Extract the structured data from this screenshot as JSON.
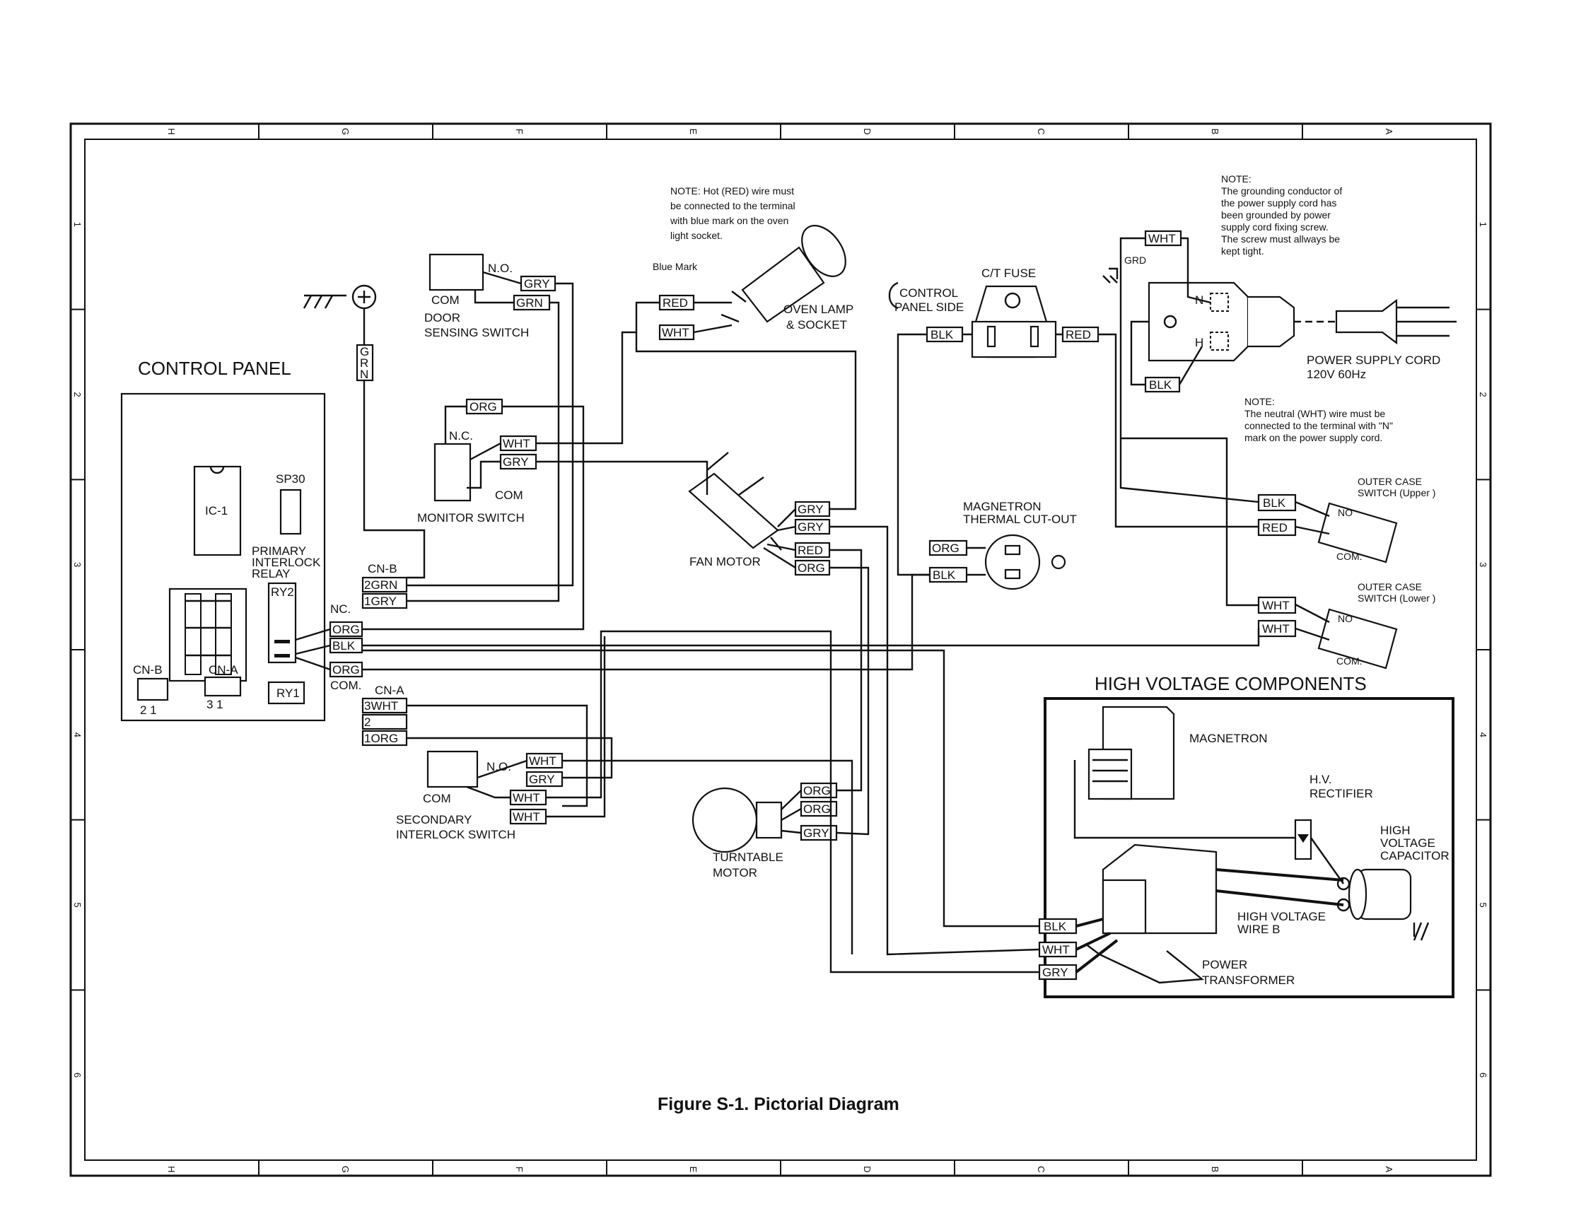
{
  "figure_title": "Figure S-1. Pictorial Diagram",
  "grid": {
    "cols": [
      "H",
      "G",
      "F",
      "E",
      "D",
      "C",
      "B",
      "A"
    ],
    "rows": [
      "1",
      "2",
      "3",
      "4",
      "5",
      "6"
    ]
  },
  "sections": {
    "control_panel": "CONTROL PANEL",
    "high_voltage": "HIGH VOLTAGE COMPONENTS"
  },
  "notes": {
    "hot_wire": [
      "NOTE: Hot (RED) wire must",
      "be connected to the terminal",
      "with blue mark on the oven",
      "light socket."
    ],
    "grounding": [
      "NOTE:",
      "The grounding conductor of",
      "the power supply cord has",
      "been grounded by power",
      "supply cord fixing screw.",
      "The screw must allways be",
      "kept tight."
    ],
    "neutral": [
      "NOTE:",
      "The neutral (WHT) wire must be",
      "connected to the terminal with \"N\"",
      "mark on the power supply cord."
    ]
  },
  "labels": {
    "ic1": "IC-1",
    "sp30": "SP30",
    "primary_relay": [
      "PRIMARY",
      "INTERLOCK",
      "RELAY"
    ],
    "ry2": "RY2",
    "ry1": "RY1",
    "nc": "NC.",
    "com_dot": "COM.",
    "cnb": "CN-B",
    "cna": "CN-A",
    "pins_21": "2  1",
    "pins_31": "3    1",
    "no": "N.O.",
    "nc2": "N.C.",
    "com": "COM",
    "door_switch": [
      "DOOR",
      "SENSING SWITCH"
    ],
    "monitor_switch": "MONITOR SWITCH",
    "secondary_switch": [
      "SECONDARY",
      "INTERLOCK SWITCH"
    ],
    "blue_mark": "Blue Mark",
    "oven_lamp": [
      "OVEN LAMP",
      "& SOCKET"
    ],
    "fan_motor": "FAN MOTOR",
    "turntable": [
      "TURNTABLE",
      "MOTOR"
    ],
    "ct_fuse": "C/T FUSE",
    "control_panel_side": [
      "CONTROL",
      "PANEL SIDE"
    ],
    "thermal": [
      "MAGNETRON",
      "THERMAL CUT-OUT"
    ],
    "power_cord": [
      "POWER SUPPLY CORD",
      "120V 60Hz"
    ],
    "grd": "GRD",
    "cord_n": "N",
    "cord_h": "H",
    "outer_upper": [
      "OUTER CASE",
      "SWITCH (Upper )"
    ],
    "outer_lower": [
      "OUTER CASE",
      "SWITCH (Lower )"
    ],
    "sw_no": "NO",
    "sw_com": "COM.",
    "magnetron": "MAGNETRON",
    "rectifier": [
      "H.V.",
      "RECTIFIER"
    ],
    "capacitor": [
      "HIGH",
      "VOLTAGE",
      "CAPACITOR"
    ],
    "hv_wire": [
      "HIGH VOLTAGE",
      "WIRE B"
    ],
    "transformer": [
      "POWER",
      "TRANSFORMER"
    ]
  },
  "wire_tags": {
    "grn_vertical": [
      "G",
      "R",
      "N"
    ],
    "door_gry": "GRY",
    "door_grn": "GRN",
    "lamp_red": "RED",
    "lamp_wht": "WHT",
    "mon_org": "ORG",
    "mon_wht": "WHT",
    "mon_gry": "GRY",
    "cnb2": "2GRN",
    "cnb1": "1GRY",
    "rly_org1": "ORG",
    "rly_blk": "BLK",
    "rly_org2": "ORG",
    "cna3": "3WHT",
    "cna2": "2",
    "cna1": "1ORG",
    "sec_wht1": "WHT",
    "sec_gry": "GRY",
    "sec_wht2": "WHT",
    "sec_wht3": "WHT",
    "fan_gry1": "GRY",
    "fan_gry2": "GRY",
    "fan_red": "RED",
    "fan_org": "ORG",
    "tt_org1": "ORG",
    "tt_org2": "ORG",
    "tt_gry": "GRY",
    "fuse_blk": "BLK",
    "fuse_red": "RED",
    "th_org": "ORG",
    "th_blk": "BLK",
    "cord_wht": "WHT",
    "cord_blk": "BLK",
    "up_blk": "BLK",
    "up_red": "RED",
    "lo_wht1": "WHT",
    "lo_wht2": "WHT",
    "tr_blk": "BLK",
    "tr_wht": "WHT",
    "tr_gry": "GRY"
  }
}
